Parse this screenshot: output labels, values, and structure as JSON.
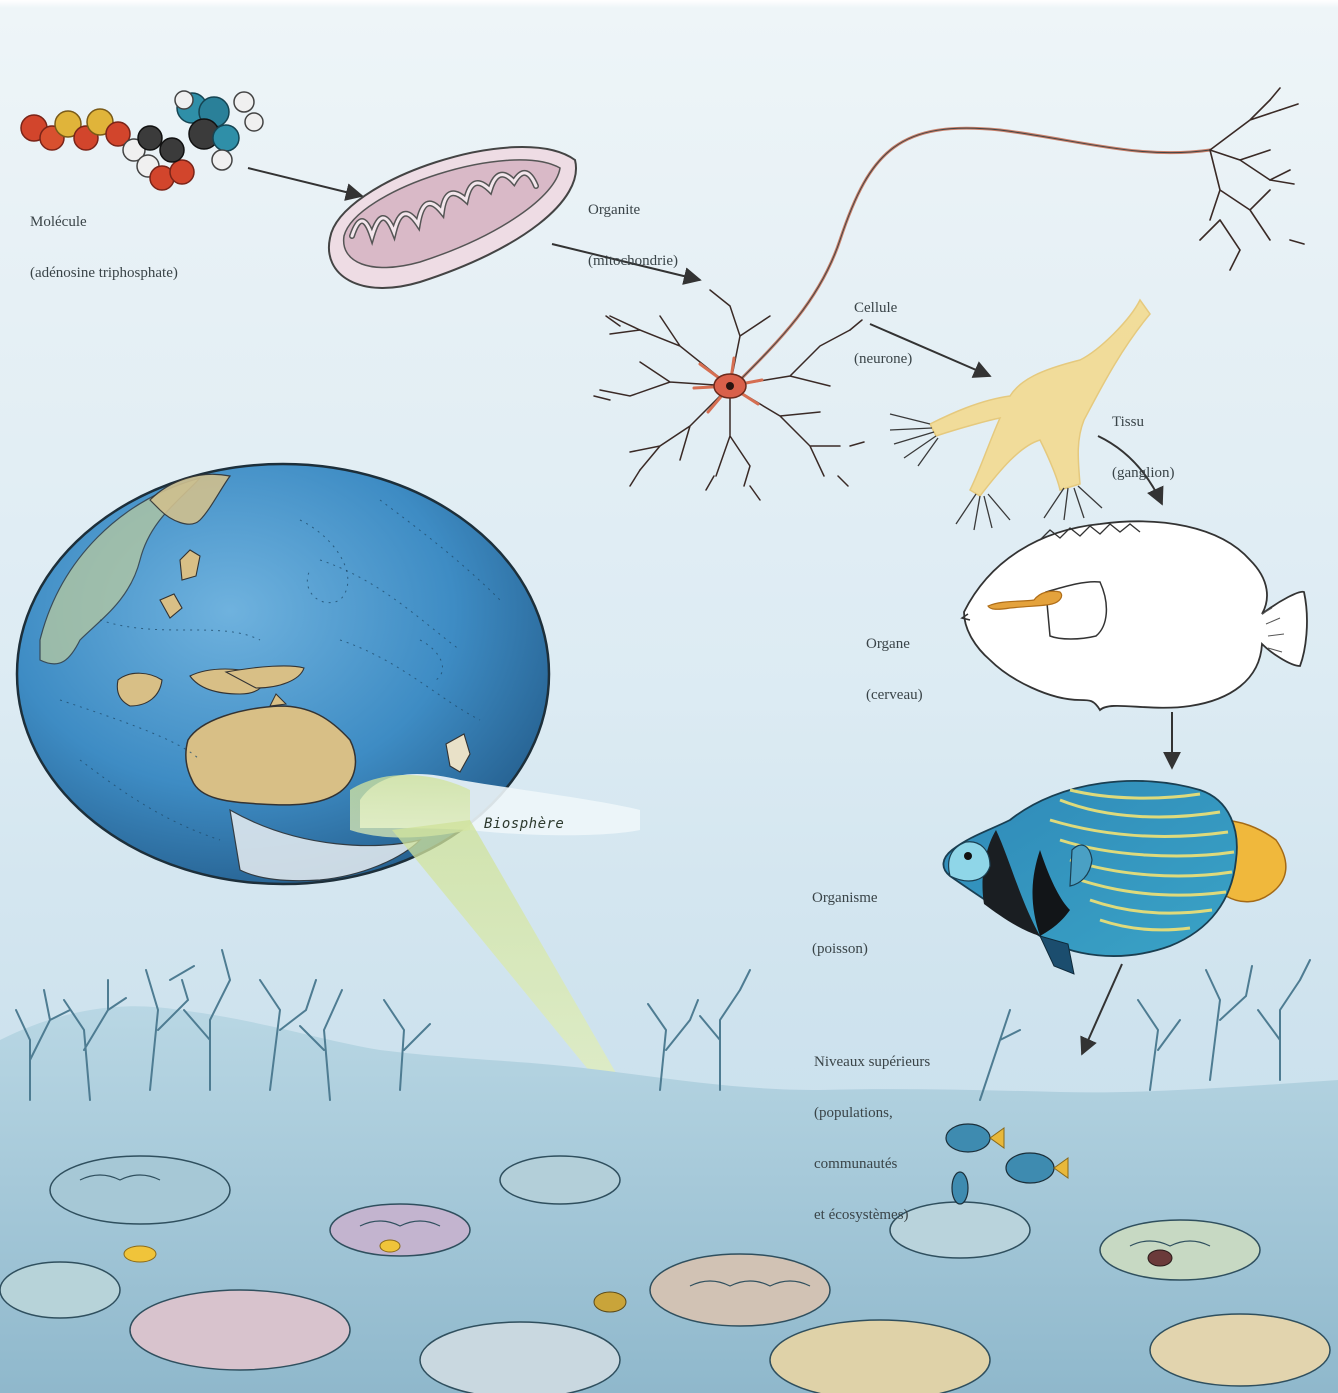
{
  "colors": {
    "water": "#d9eaf2",
    "globe_ocean": "#3e8cc4",
    "land": "#d8bf86",
    "neuron": "#c9806a",
    "tissue": "#f2dc96",
    "coral": "#a9cad8",
    "beam": "#d3e6a4",
    "arrow": "#333333"
  },
  "labels": {
    "molecule": [
      "Molécule",
      "(adénosine triphosphate)"
    ],
    "organelle": [
      "Organite",
      "(mitochondrie)"
    ],
    "cell": [
      "Cellule",
      "(neurone)"
    ],
    "tissue": [
      "Tissu",
      "(ganglion)"
    ],
    "organ": [
      "Organe",
      "(cerveau)"
    ],
    "organism": [
      "Organisme",
      "(poisson)"
    ],
    "higher_levels": [
      "Niveaux supérieurs",
      "(populations,",
      "communautés",
      "et écosystèmes)"
    ],
    "biosphere": "Biosphère"
  },
  "icons": [
    "atp-molecule-icon",
    "mitochondria-icon",
    "neuron-icon",
    "ganglion-icon",
    "fish-outline-icon",
    "angelfish-icon",
    "globe-icon",
    "coral-reef-icon"
  ]
}
